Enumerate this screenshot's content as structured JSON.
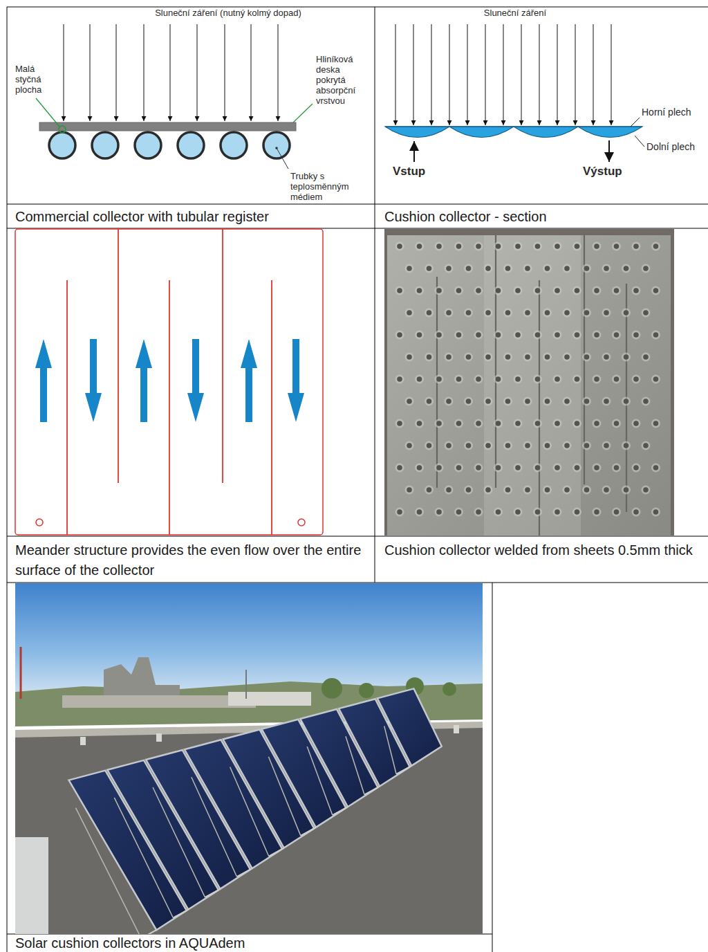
{
  "diagram": {
    "labels": [
      "Sluneční záření (nutný kolmý dopad)",
      "Malá styčná plocha",
      "Hliníková deska pokrytá absorpční vrstvou",
      "Trubky s teplosměnným médiem",
      "Sluneční záření",
      "Horní plech",
      "Dolní plech",
      "Vstup",
      "Výstup",
      "Commercial collector with tubular register",
      "Cushion collector - section",
      "Meander structure provides the even flow over the entire surface of the collector",
      "Cushion collector welded from sheets 0.5mm thick",
      "Solar cushion collectors in AQUAdem"
    ]
  }
}
